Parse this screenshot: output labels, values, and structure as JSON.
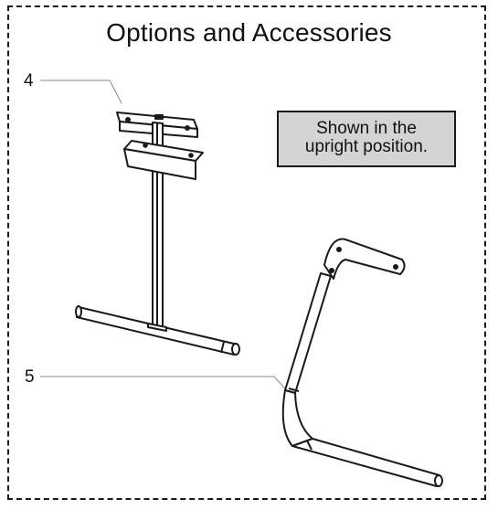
{
  "title": "Options and Accessories",
  "callouts": [
    {
      "number": "4"
    },
    {
      "number": "5"
    }
  ],
  "note": {
    "line1": "Shown in the",
    "line2": "upright position."
  }
}
